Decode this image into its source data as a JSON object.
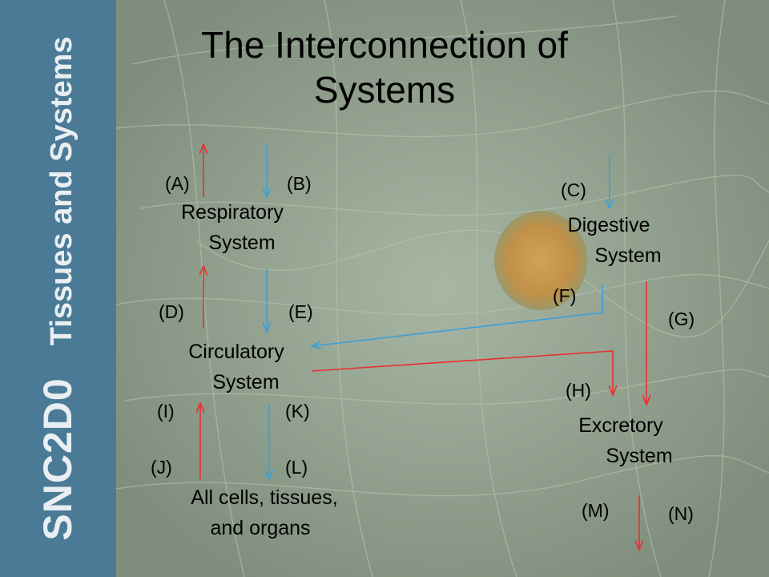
{
  "sidebar": {
    "course_code": "SNC2D0",
    "course_name": "Tissues and Systems"
  },
  "title": "The Interconnection of Systems",
  "systems": {
    "respiratory": [
      "Respiratory",
      "System"
    ],
    "digestive": [
      "Digestive",
      "System"
    ],
    "circulatory": [
      "Circulatory",
      "System"
    ],
    "excretory": [
      "Excretory",
      "System"
    ],
    "cells": [
      "All cells, tissues,",
      "and organs"
    ]
  },
  "labels": {
    "A": "(A)",
    "B": "(B)",
    "C": "(C)",
    "D": "(D)",
    "E": "(E)",
    "F": "(F)",
    "G": "(G)",
    "H": "(H)",
    "I": "(I)",
    "J": "(J)",
    "K": "(K)",
    "L": "(L)",
    "M": "(M)",
    "N": "(N)"
  },
  "colors": {
    "sidebar": "#4a7a95",
    "arrow_red": "#e8302f",
    "arrow_blue": "#3aa0d8"
  }
}
